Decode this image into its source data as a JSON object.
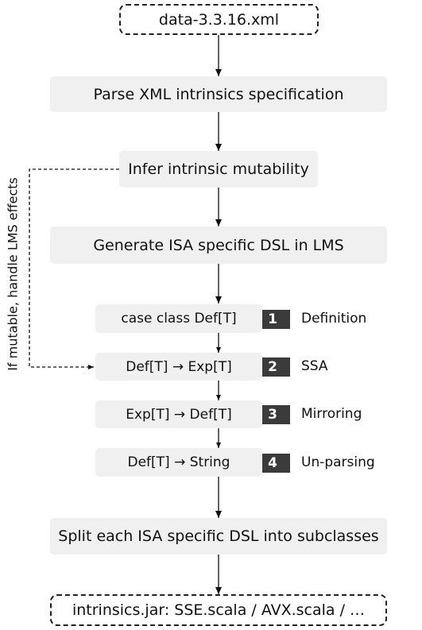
{
  "input_file": "data-3.3.16.xml",
  "steps": {
    "parse": "Parse XML intrinsics specification",
    "infer": "Infer intrinsic mutability",
    "generate": "Generate ISA specific DSL in LMS",
    "split": "Split each ISA specific DSL into subclasses"
  },
  "side_label": "If mutable, handle LMS effects",
  "lms_steps": [
    {
      "code": "case class Def[T]",
      "number": "1",
      "label": "Definition"
    },
    {
      "code": "Def[T] → Exp[T]",
      "number": "2",
      "label": "SSA"
    },
    {
      "code": "Exp[T] → Def[T]",
      "number": "3",
      "label": "Mirroring"
    },
    {
      "code": "Def[T] → String",
      "number": "4",
      "label": "Un-parsing"
    }
  ],
  "output_file": "intrinsics.jar: SSE.scala / AVX.scala /  …"
}
